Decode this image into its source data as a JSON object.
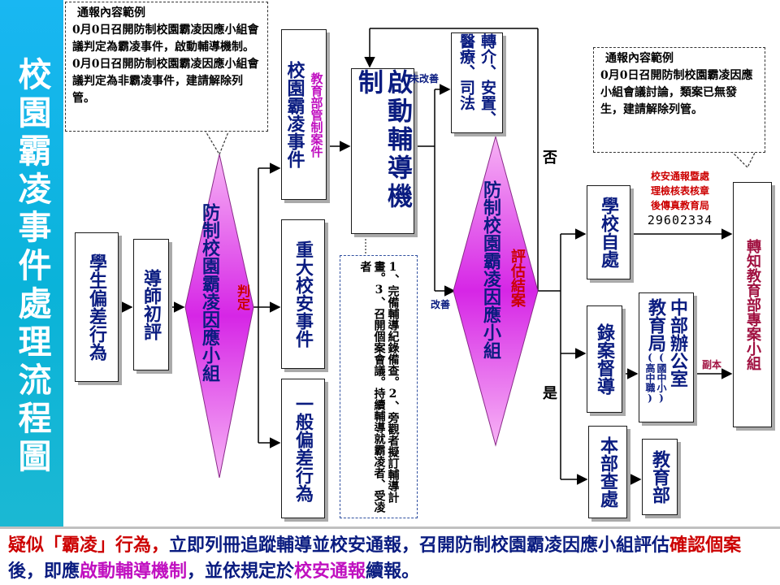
{
  "title": "校園霸凌事件處理流程圖",
  "notes": {
    "left": {
      "heading": "通報內容範例",
      "line1": "0月0日召開防制校園霸凌因應小組會議判定為霸凌事件，啟動輔導機制。",
      "line2": "0月0日召開防制校園霸凌因應小組會議判定為非霸凌事件，建請解除列管。"
    },
    "right": {
      "heading": "通報內容範例",
      "line1": "0月0日召開防制校園霸凌因應小組會議討論，類案已無發生，建請解除列管。"
    }
  },
  "nodes": {
    "student_behavior": "學生偏差行為",
    "mentor_review": "導師初評",
    "committee_left": "防制校園霸凌因應小組",
    "committee_left_tag": "判定",
    "bullying_case": "校園霸凌事件",
    "bullying_case_sub": "教育部管制案件",
    "major_incident": "重大校安事件",
    "general_behavior": "一般偏差行為",
    "counseling": "啟動輔導機制",
    "counseling_note": "1、完備輔導紀錄備查。2、旁觀者擬訂輔導計畫。3、召開個案會議。持續輔導就霸凌者、受凌者",
    "referral": "轉介、安置、醫療、司法",
    "committee_right": "防制校園霸凌因應小組",
    "committee_right_tag": "評估結案",
    "school_handle": "學校自處",
    "supervision": "錄案督導",
    "central_office_main": "中部辦公室",
    "central_office_sub1": "教育局",
    "central_office_sub2": "(國中小)",
    "central_office_sub3": "(高中職)",
    "ministry_review": "本部查處",
    "ministry": "教育部",
    "forward": "轉知教育部專案小組"
  },
  "labels": {
    "not_improved": "未改善",
    "improved": "改善",
    "no": "否",
    "yes": "是",
    "copy": "副本",
    "fax_note_1": "校安通報暨處",
    "fax_note_2": "理檢核表核章",
    "fax_note_3": "後傳真教育局",
    "fax_number": "29602334"
  },
  "bottom": {
    "s1": "疑似「霸凌」行為，",
    "s2": "立即",
    "s3": "列冊追蹤輔導並校安通報，",
    "s4": "召開防制校園霸凌因應小組評估",
    "s5": "確認個案",
    "s6": "後，即應",
    "s7": "啟動輔導機制",
    "s8": "，並依規定於",
    "s9": "校安通報",
    "s10": "續報",
    "s11": "。"
  },
  "colors": {
    "sidebar": "#1ab4e8",
    "diamond": "#d829e3",
    "navy": "#0a1c80",
    "magenta": "#c010c0",
    "red": "#cc0000",
    "dark_red": "#a01040"
  }
}
